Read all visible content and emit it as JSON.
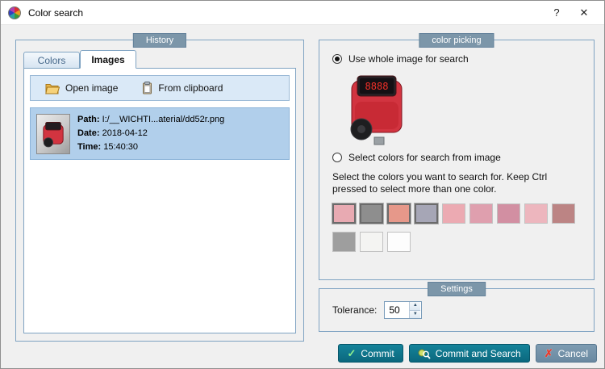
{
  "window": {
    "title": "Color search"
  },
  "icons": {
    "help": "?",
    "close": "✕",
    "spin_up": "▲",
    "spin_down": "▼",
    "check": "✓",
    "cross": "✗"
  },
  "history": {
    "label": "History",
    "tabs": [
      {
        "label": "Colors"
      },
      {
        "label": "Images"
      }
    ],
    "toolbar": {
      "open_image": "Open image",
      "from_clipboard": "From clipboard"
    },
    "item": {
      "path_label": "Path:",
      "path_value": "I:/__WICHTI...aterial/dd52r.png",
      "date_label": "Date:",
      "date_value": "2018-04-12",
      "time_label": "Time:",
      "time_value": "15:40:30"
    }
  },
  "color_picking": {
    "label": "color picking",
    "radio_whole_image": "Use whole image for search",
    "radio_select_colors": "Select colors for search from image",
    "instructions": "Select the colors you want to search for. Keep Ctrl pressed to select more than one color.",
    "preview_digits": "8888",
    "swatches_row1": [
      "#e8aab2",
      "#8e8e8e",
      "#e6988a",
      "#a6a6b6",
      "#ecaab2",
      "#df9fae",
      "#d28fa2",
      "#edb6be",
      "#bc8484"
    ],
    "swatches_row2": [
      "#9e9e9e",
      "#f4f4f2",
      "#fdfdfd"
    ]
  },
  "settings": {
    "label": "Settings",
    "tolerance_label": "Tolerance:",
    "tolerance_value": "50"
  },
  "footer": {
    "commit": "Commit",
    "commit_and_search": "Commit and Search",
    "cancel": "Cancel"
  }
}
